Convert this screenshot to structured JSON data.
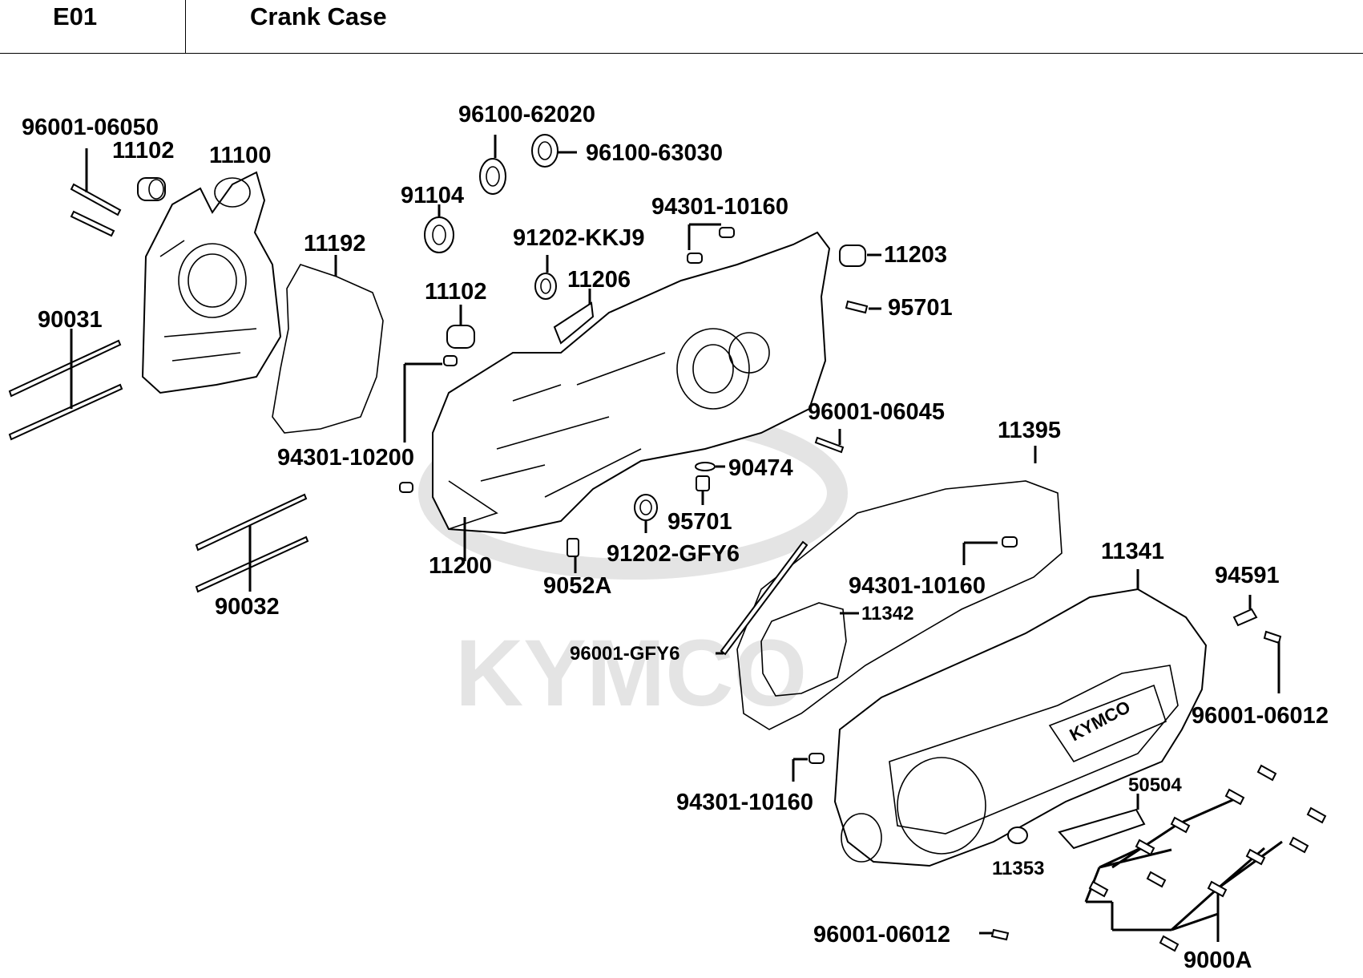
{
  "header": {
    "code": "E01",
    "title": "Crank Case"
  },
  "watermark": {
    "text": "KYMCO"
  },
  "cover_badge": {
    "text": "KYMCO"
  },
  "labels": [
    "96001-06050",
    "11102",
    "11100",
    "11192",
    "90031",
    "96100-62020",
    "96100-63030",
    "91104",
    "94301-10160",
    "91202-KKJ9",
    "11206",
    "11102",
    "11203",
    "95701",
    "94301-10200",
    "96001-06045",
    "11395",
    "90474",
    "95701",
    "91202-GFY6",
    "11200",
    "9052A",
    "90032",
    "11341",
    "94591",
    "94301-10160",
    "11342",
    "96001-GFY6",
    "96001-06012",
    "94301-10160",
    "50504",
    "11353",
    "96001-06012",
    "9000A"
  ]
}
